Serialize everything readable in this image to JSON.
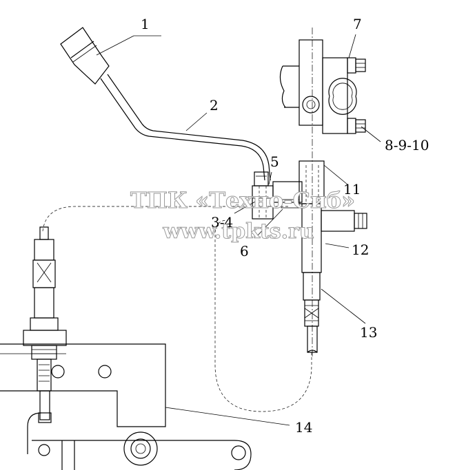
{
  "callouts": {
    "c1": "1",
    "c2": "2",
    "c3_4": "3-4",
    "c5": "5",
    "c6": "6",
    "c7": "7",
    "c8_9_10": "8-9-10",
    "c11": "11",
    "c12": "12",
    "c13": "13",
    "c14": "14"
  },
  "watermark": {
    "company": "ТПК «Техно-Сиб»",
    "website": "www.tpkts.ru"
  }
}
